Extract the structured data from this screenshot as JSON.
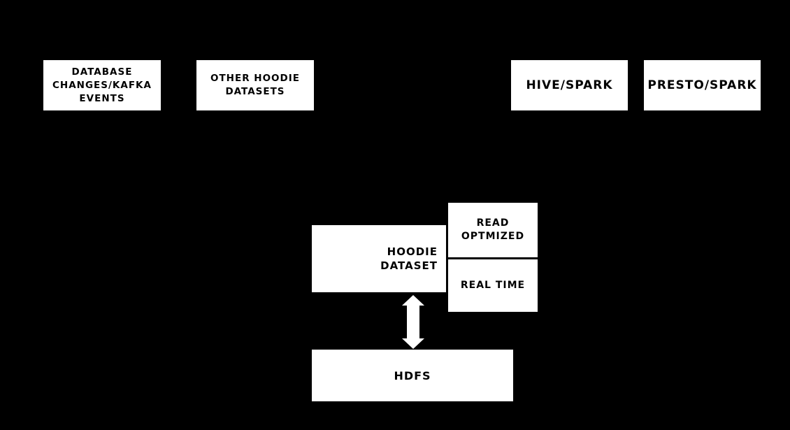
{
  "colors": {
    "background": "#000000",
    "node_fill": "#ffffff",
    "node_text": "#000000",
    "arrow_fill": "#ffffff"
  },
  "nodes": {
    "database_changes": {
      "label": "DATABASE\nCHANGES/KAFKA\nEVENTS"
    },
    "other_hoodie_datasets": {
      "label": "OTHER HOODIE\nDATASETS"
    },
    "hive_spark": {
      "label": "HIVE/SPARK"
    },
    "presto_spark": {
      "label": "PRESTO/SPARK"
    },
    "hoodie_dataset": {
      "label": "HOODIE\nDATASET"
    },
    "read_optmized": {
      "label": "READ\nOPTMIZED"
    },
    "real_time": {
      "label": "REAL TIME"
    },
    "hdfs": {
      "label": "HDFS"
    }
  },
  "arrow": {
    "type": "bidirectional-vertical",
    "from": "hoodie_dataset",
    "to": "hdfs"
  }
}
